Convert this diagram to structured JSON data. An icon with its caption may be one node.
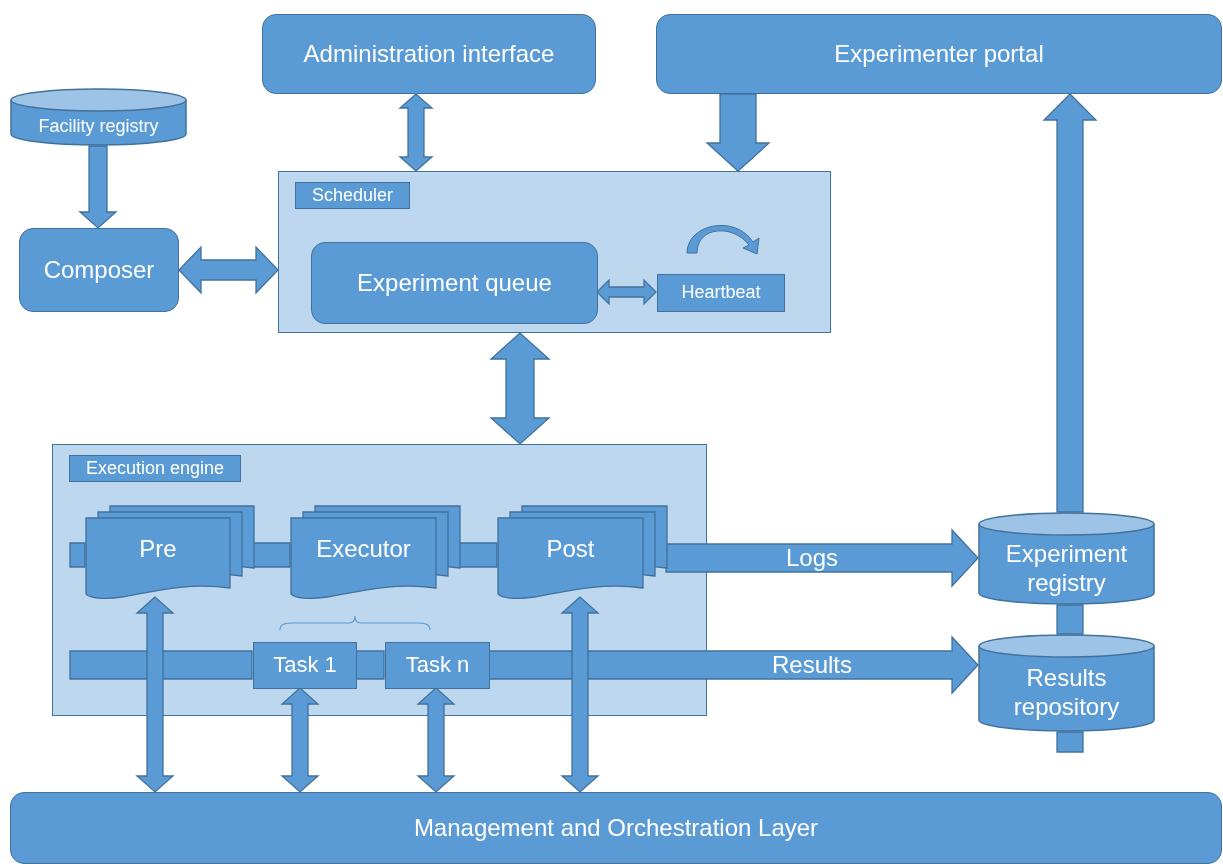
{
  "diagram": {
    "nodes": [
      {
        "text": [
          "Administration interface"
        ]
      },
      {
        "text": [
          "Experimenter portal"
        ]
      },
      {
        "text": [
          "Facility registry"
        ]
      },
      {
        "text": [
          "Scheduler"
        ]
      },
      {
        "text": [
          "Composer"
        ]
      },
      {
        "text": [
          "Experiment queue"
        ],
        "in": 3
      },
      {
        "text": [
          "Heartbeat"
        ],
        "in": 3
      },
      {
        "text": [
          "Execution engine"
        ]
      },
      {
        "text": [
          "Pre"
        ],
        "in": 7
      },
      {
        "text": [
          "Executor"
        ],
        "in": 7
      },
      {
        "text": [
          "Post"
        ],
        "in": 7
      },
      {
        "text": [
          "Task 1"
        ],
        "in": 7
      },
      {
        "text": [
          "Task n"
        ],
        "in": 7
      },
      {
        "text": [
          "Experiment registry"
        ]
      },
      {
        "text": [
          "Results repository"
        ]
      },
      {
        "text": [
          "Management and Orchestration Layer"
        ]
      }
    ],
    "edges": [
      {
        "from": 0,
        "to": 3,
        "arrow": "both"
      },
      {
        "from": 1,
        "to": 3,
        "arrow": "to"
      },
      {
        "from": 2,
        "to": 4,
        "arrow": "to"
      },
      {
        "from": 4,
        "to": 3,
        "arrow": "both"
      },
      {
        "from": 5,
        "to": 6,
        "arrow": "both"
      },
      {
        "from": 3,
        "to": 7,
        "arrow": "both"
      },
      {
        "from": null,
        "to": 8,
        "arrow": "none"
      },
      {
        "from": 8,
        "to": 9,
        "arrow": "none"
      },
      {
        "from": 9,
        "to": 10,
        "arrow": "none"
      },
      {
        "from": 10,
        "to": 13,
        "arrow": "to",
        "label": "Logs"
      },
      {
        "from": null,
        "to": 11,
        "arrow": "none"
      },
      {
        "from": 11,
        "to": 12,
        "arrow": "none"
      },
      {
        "from": 12,
        "to": 14,
        "arrow": "to",
        "label": "Results"
      },
      {
        "from": 8,
        "to": 15,
        "arrow": "both"
      },
      {
        "from": 11,
        "to": 15,
        "arrow": "both"
      },
      {
        "from": 12,
        "to": 15,
        "arrow": "both"
      },
      {
        "from": 10,
        "to": 15,
        "arrow": "both"
      },
      {
        "from": 13,
        "to": 14,
        "arrow": "none"
      },
      {
        "from": 13,
        "to": 1,
        "arrow": "to"
      },
      {
        "from": 14,
        "to": null,
        "arrow": "none"
      }
    ]
  }
}
